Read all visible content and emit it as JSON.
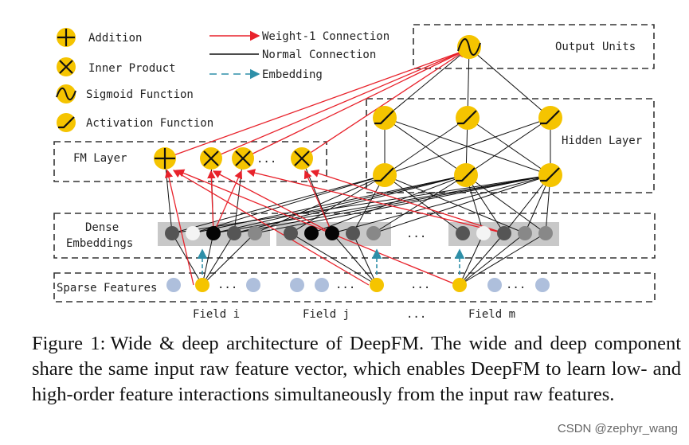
{
  "legend": {
    "addition": "Addition",
    "inner_product": "Inner Product",
    "sigmoid": "Sigmoid Function",
    "activation": "Activation Function",
    "weight_connection": "Weight-1 Connection",
    "normal_connection": "Normal Connection",
    "embedding": "Embedding"
  },
  "layers": {
    "output": "Output Units",
    "hidden": "Hidden Layer",
    "fm": "FM Layer",
    "dense_line1": "Dense",
    "dense_line2": "Embeddings",
    "sparse": "Sparse Features"
  },
  "fields": {
    "i": "Field i",
    "j": "Field j",
    "dots": "...",
    "m": "Field m"
  },
  "ellipsis": "...",
  "caption": {
    "label": "Figure 1:",
    "text": "Wide & deep architecture of DeepFM. The wide and deep component share the same input raw feature vector, which enables DeepFM to learn low- and high-order feature interactions simultaneously from the input raw features."
  },
  "watermark": "CSDN @zephyr_wang",
  "colors": {
    "node": "#f5c400",
    "red": "#e8222b",
    "teal": "#2e8fa8",
    "dense_block": "#c8c8c8",
    "sparse_node": "#aebfdc"
  }
}
